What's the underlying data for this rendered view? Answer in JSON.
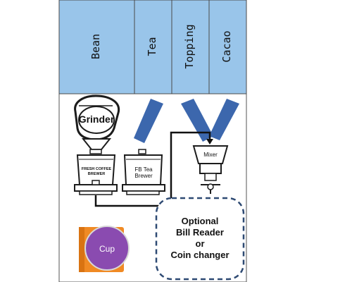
{
  "colors": {
    "canister_fill": "#99c5ea",
    "canister_border": "#4a4a4a",
    "chute_blue": "#3c67ad",
    "flow_line": "#111111",
    "payment_border": "#2e4a73",
    "cup_tile": "#f08a24",
    "cup_circle": "#8a4bb0"
  },
  "canisters": [
    {
      "label": "Bean"
    },
    {
      "label": "Tea"
    },
    {
      "label": "Topping"
    },
    {
      "label": "Cacao"
    }
  ],
  "grinder": {
    "label": "Grinder"
  },
  "coffee_brewer": {
    "line1": "FRESH COFFEE",
    "line2": "BREWER"
  },
  "tea_brewer": {
    "line1": "FB Tea",
    "line2": "Brewer"
  },
  "mixer": {
    "label": "Mixer"
  },
  "payment": {
    "line1": "Optional",
    "line2": "Bill Reader",
    "line3": "or",
    "line4": "Coin changer"
  },
  "cup": {
    "label": "Cup"
  }
}
